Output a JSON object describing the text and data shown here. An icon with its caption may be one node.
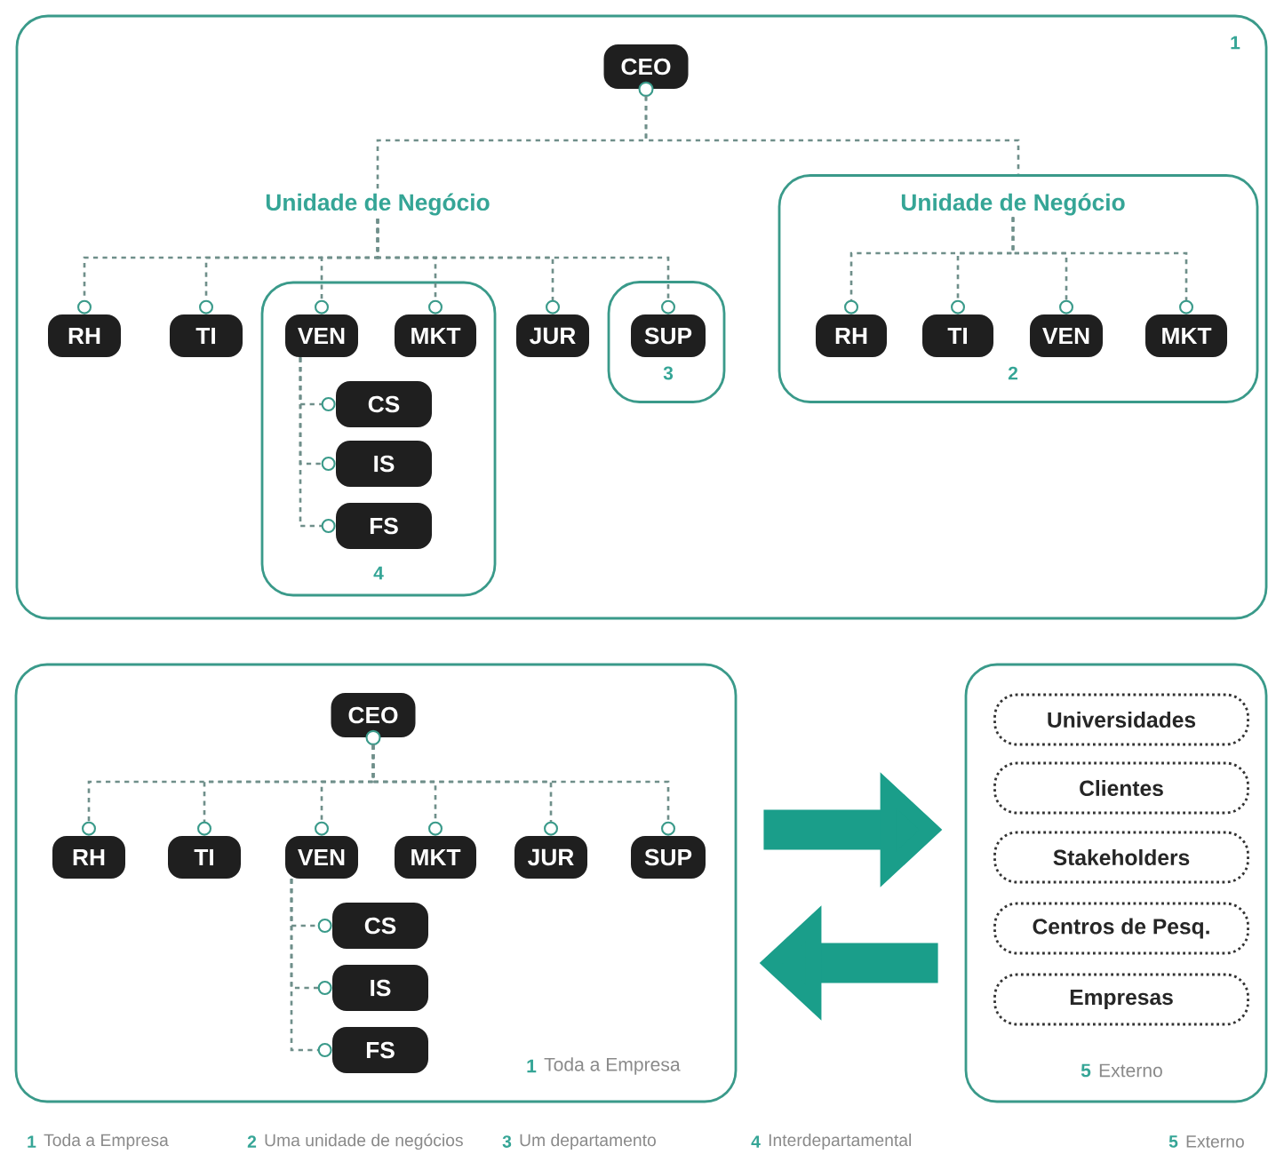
{
  "diagram": {
    "nodes": [
      {
        "text": [
          "1"
        ]
      },
      {
        "text": [
          "CEO"
        ],
        "in": 0
      },
      {
        "text": [
          "Unidade de Negócio"
        ],
        "in": 0
      },
      {
        "text": [
          "Unidade de Negócio",
          "2"
        ],
        "in": 0
      },
      {
        "text": [
          "RH"
        ],
        "in": 0
      },
      {
        "text": [
          "TI"
        ],
        "in": 0
      },
      {
        "text": [
          "4"
        ],
        "in": 0
      },
      {
        "text": [
          "VEN"
        ],
        "in": 6
      },
      {
        "text": [
          "MKT"
        ],
        "in": 6
      },
      {
        "text": [
          "CS"
        ],
        "in": 6
      },
      {
        "text": [
          "IS"
        ],
        "in": 6
      },
      {
        "text": [
          "FS"
        ],
        "in": 6
      },
      {
        "text": [
          "JUR"
        ],
        "in": 0
      },
      {
        "text": [
          "3"
        ],
        "in": 0
      },
      {
        "text": [
          "SUP"
        ],
        "in": 13
      },
      {
        "text": [
          "RH"
        ],
        "in": 3
      },
      {
        "text": [
          "TI"
        ],
        "in": 3
      },
      {
        "text": [
          "VEN"
        ],
        "in": 3
      },
      {
        "text": [
          "MKT"
        ],
        "in": 3
      },
      {
        "text": [
          "1",
          "Toda a Empresa"
        ]
      },
      {
        "text": [
          "CEO"
        ],
        "in": 19
      },
      {
        "text": [
          "RH"
        ],
        "in": 19
      },
      {
        "text": [
          "TI"
        ],
        "in": 19
      },
      {
        "text": [
          "VEN"
        ],
        "in": 19
      },
      {
        "text": [
          "MKT"
        ],
        "in": 19
      },
      {
        "text": [
          "JUR"
        ],
        "in": 19
      },
      {
        "text": [
          "SUP"
        ],
        "in": 19
      },
      {
        "text": [
          "CS"
        ],
        "in": 19
      },
      {
        "text": [
          "IS"
        ],
        "in": 19
      },
      {
        "text": [
          "FS"
        ],
        "in": 19
      },
      {
        "text": [
          "5",
          "Externo"
        ]
      },
      {
        "text": [
          "Universidades"
        ],
        "in": 30
      },
      {
        "text": [
          "Clientes"
        ],
        "in": 30
      },
      {
        "text": [
          "Stakeholders"
        ],
        "in": 30
      },
      {
        "text": [
          "Centros de Pesq."
        ],
        "in": 30
      },
      {
        "text": [
          "Empresas"
        ],
        "in": 30
      }
    ],
    "edges": [
      {
        "from": 1,
        "to": 2,
        "arrow": "none",
        "style": "dashed"
      },
      {
        "from": 1,
        "to": 3,
        "arrow": "none",
        "style": "dashed"
      },
      {
        "from": 2,
        "to": 4,
        "arrow": "other",
        "style": "dashed"
      },
      {
        "from": 2,
        "to": 5,
        "arrow": "other",
        "style": "dashed"
      },
      {
        "from": 2,
        "to": 7,
        "arrow": "other",
        "style": "dashed"
      },
      {
        "from": 2,
        "to": 8,
        "arrow": "other",
        "style": "dashed"
      },
      {
        "from": 2,
        "to": 12,
        "arrow": "other",
        "style": "dashed"
      },
      {
        "from": 2,
        "to": 14,
        "arrow": "other",
        "style": "dashed"
      },
      {
        "from": 7,
        "to": 9,
        "arrow": "other",
        "style": "dashed"
      },
      {
        "from": 7,
        "to": 10,
        "arrow": "other",
        "style": "dashed"
      },
      {
        "from": 7,
        "to": 11,
        "arrow": "other",
        "style": "dashed"
      },
      {
        "from": 3,
        "to": 15,
        "arrow": "other",
        "style": "dashed"
      },
      {
        "from": 3,
        "to": 16,
        "arrow": "other",
        "style": "dashed"
      },
      {
        "from": 3,
        "to": 17,
        "arrow": "other",
        "style": "dashed"
      },
      {
        "from": 3,
        "to": 18,
        "arrow": "other",
        "style": "dashed"
      },
      {
        "from": 20,
        "to": 21,
        "arrow": "other",
        "style": "dashed"
      },
      {
        "from": 20,
        "to": 22,
        "arrow": "other",
        "style": "dashed"
      },
      {
        "from": 20,
        "to": 23,
        "arrow": "other",
        "style": "dashed"
      },
      {
        "from": 20,
        "to": 24,
        "arrow": "other",
        "style": "dashed"
      },
      {
        "from": 20,
        "to": 25,
        "arrow": "other",
        "style": "dashed"
      },
      {
        "from": 20,
        "to": 26,
        "arrow": "other",
        "style": "dashed"
      },
      {
        "from": 23,
        "to": 27,
        "arrow": "other",
        "style": "dashed"
      },
      {
        "from": 23,
        "to": 28,
        "arrow": "other",
        "style": "dashed"
      },
      {
        "from": 23,
        "to": 29,
        "arrow": "other",
        "style": "dashed"
      },
      {
        "from": 19,
        "to": 30,
        "arrow": "to",
        "style": "thick",
        "color": "#1a9e8a"
      },
      {
        "from": 30,
        "to": 19,
        "arrow": "to",
        "style": "thick",
        "color": "#1a9e8a"
      }
    ],
    "labels": [
      "1",
      "Toda a Empresa",
      "2",
      "Uma unidade de negócios",
      "3",
      "Um departamento",
      "4",
      "Interdepartamental",
      "5",
      "Externo"
    ]
  }
}
